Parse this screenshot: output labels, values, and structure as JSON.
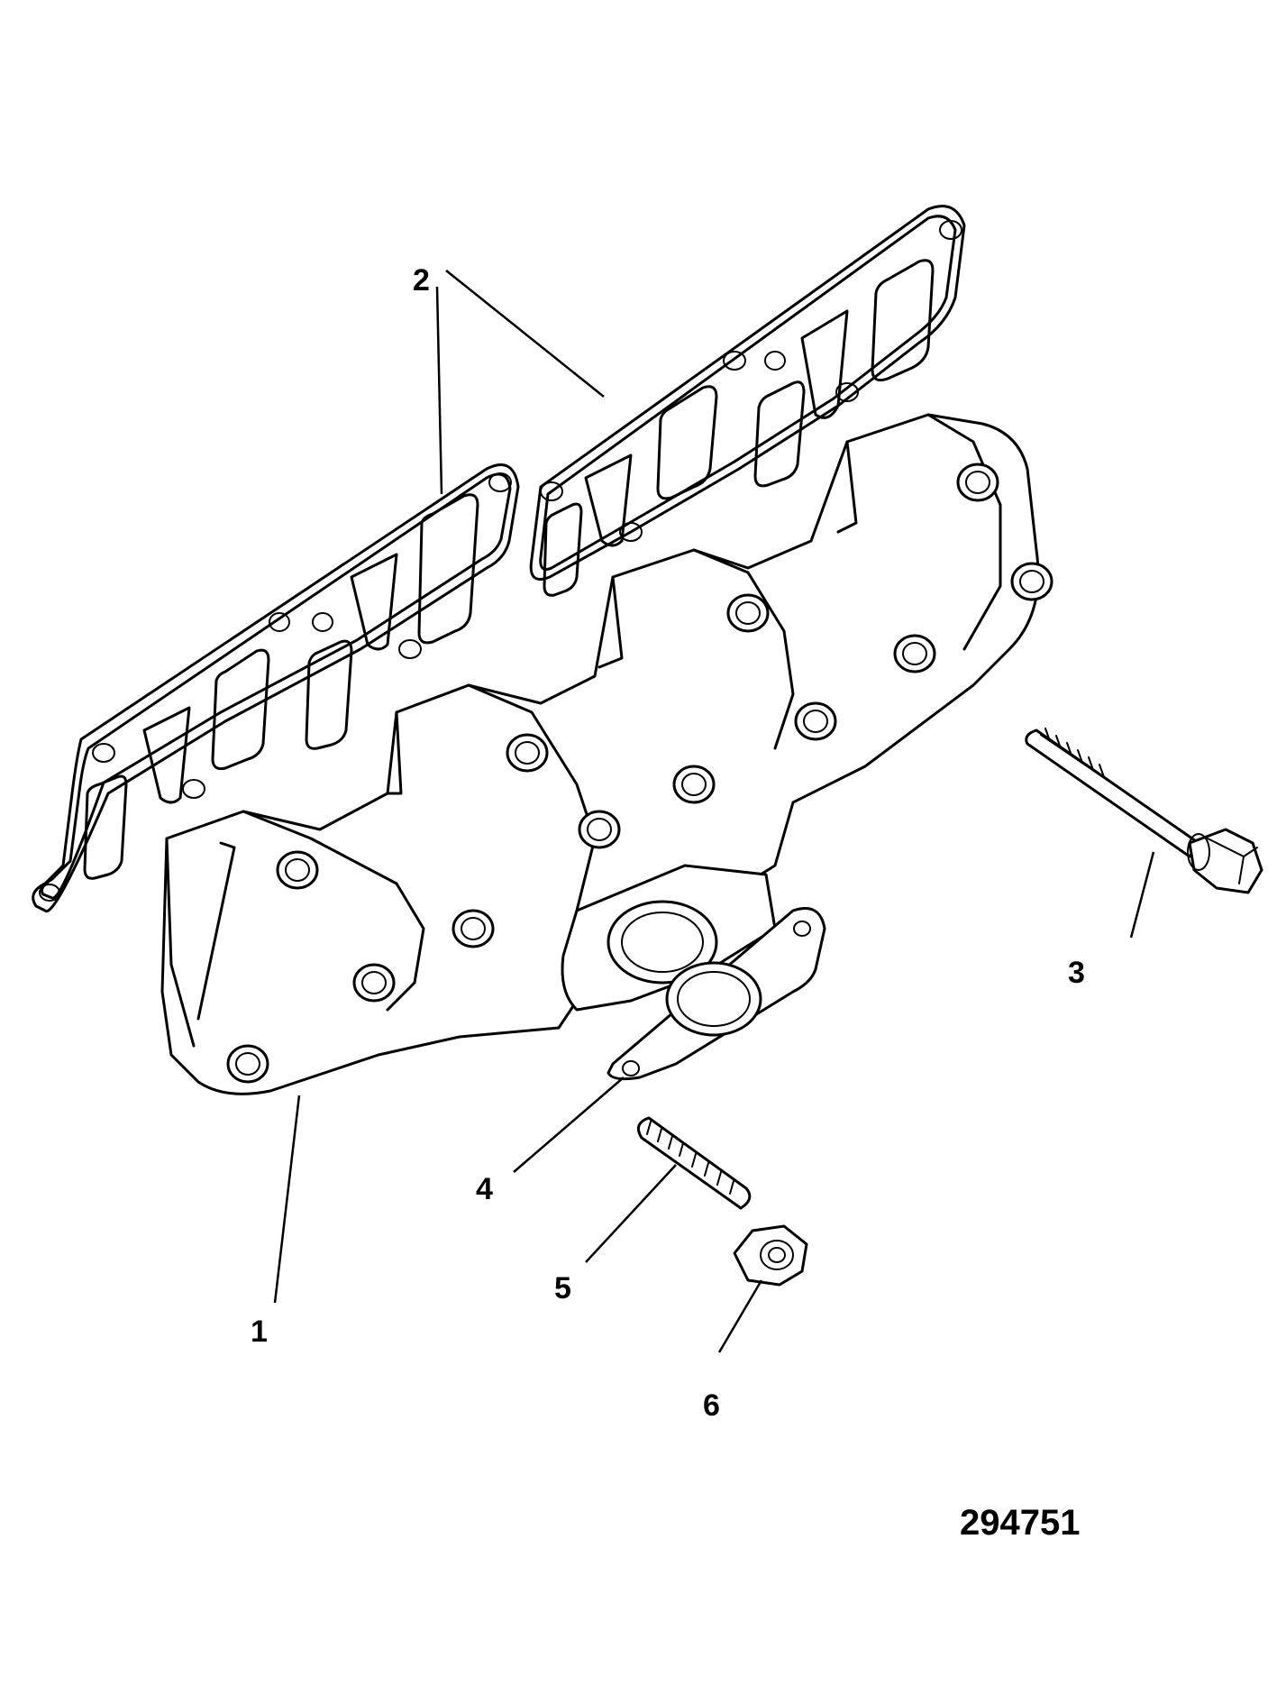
{
  "figure_number": "294751",
  "callouts": [
    {
      "id": "1",
      "label": "1"
    },
    {
      "id": "2",
      "label": "2"
    },
    {
      "id": "3",
      "label": "3"
    },
    {
      "id": "4",
      "label": "4"
    },
    {
      "id": "5",
      "label": "5"
    },
    {
      "id": "6",
      "label": "6"
    }
  ]
}
